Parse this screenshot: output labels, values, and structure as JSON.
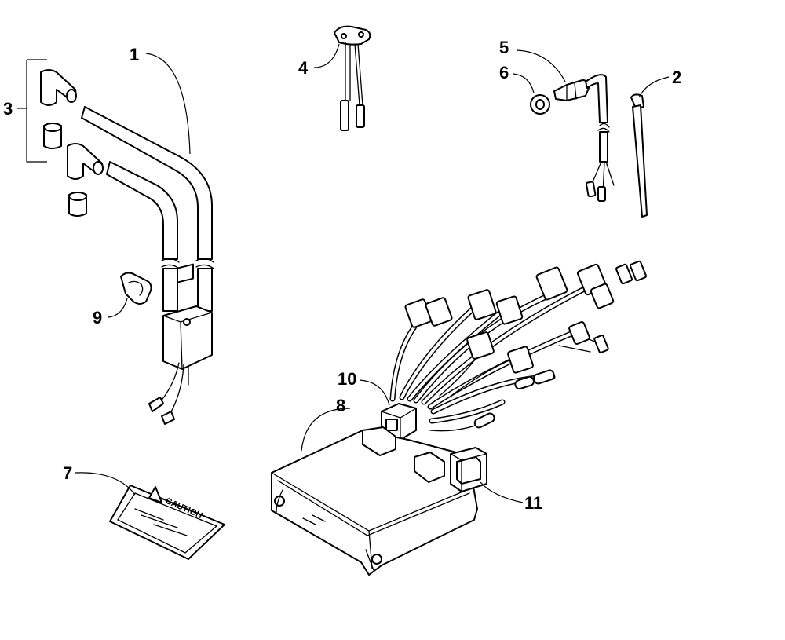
{
  "callouts": [
    {
      "num": "1",
      "part": "ignition-coil"
    },
    {
      "num": "2",
      "part": "cable-tie"
    },
    {
      "num": "3",
      "part": "spark-plug-cap"
    },
    {
      "num": "4",
      "part": "sensor"
    },
    {
      "num": "5",
      "part": "temperature-sensor"
    },
    {
      "num": "6",
      "part": "washer"
    },
    {
      "num": "7",
      "part": "caution-label"
    },
    {
      "num": "8",
      "part": "ecu"
    },
    {
      "num": "9",
      "part": "clamp"
    },
    {
      "num": "10",
      "part": "wiring-harness"
    },
    {
      "num": "11",
      "part": "connector-cover"
    }
  ],
  "caution_label": {
    "text": "CAUTION"
  }
}
